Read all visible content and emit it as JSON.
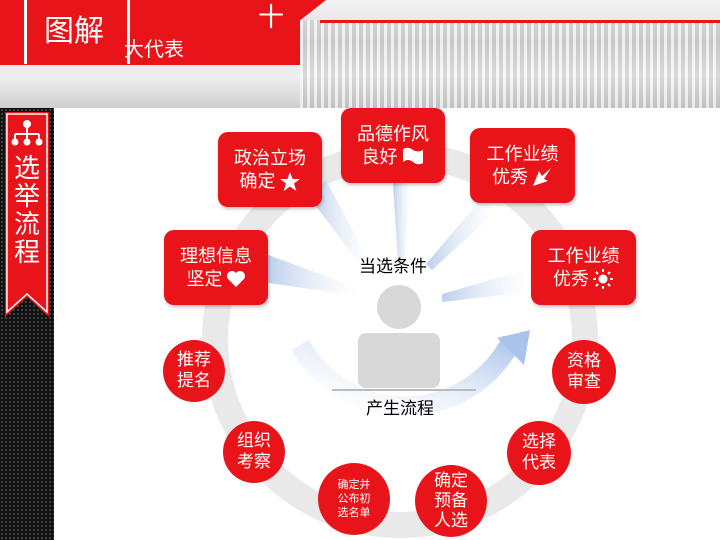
{
  "header": {
    "title_main": "图解",
    "title_sub": "大代表",
    "title_symbol": "十"
  },
  "sidebar": {
    "label": "选举流程",
    "icon": "org-chart-icon"
  },
  "diagram": {
    "center_upper_label": "当选条件",
    "center_lower_label": "产生流程",
    "center_icon": "person-silhouette-icon",
    "conditions": [
      {
        "lines": [
          "理想信息",
          "坚定"
        ],
        "icon": "heart-icon"
      },
      {
        "lines": [
          "政治立场",
          "确定"
        ],
        "icon": "star-icon"
      },
      {
        "lines": [
          "品德作风",
          "良好"
        ],
        "icon": "flag-icon"
      },
      {
        "lines": [
          "工作业绩",
          "优秀"
        ],
        "icon": "arrow-icon"
      },
      {
        "lines": [
          "工作业绩",
          "优秀"
        ],
        "icon": "sun-icon"
      }
    ],
    "steps": [
      {
        "lines": [
          "推荐",
          "提名"
        ]
      },
      {
        "lines": [
          "组织",
          "考察"
        ]
      },
      {
        "lines": [
          "确定并",
          "公布初",
          "选名单"
        ]
      },
      {
        "lines": [
          "确定",
          "预备",
          "人选"
        ]
      },
      {
        "lines": [
          "选择",
          "代表"
        ]
      },
      {
        "lines": [
          "资格",
          "审查"
        ]
      }
    ],
    "colors": {
      "accent": "#e8141a",
      "ring": "#eaeaea",
      "arrow": "#c8d8f0"
    }
  }
}
